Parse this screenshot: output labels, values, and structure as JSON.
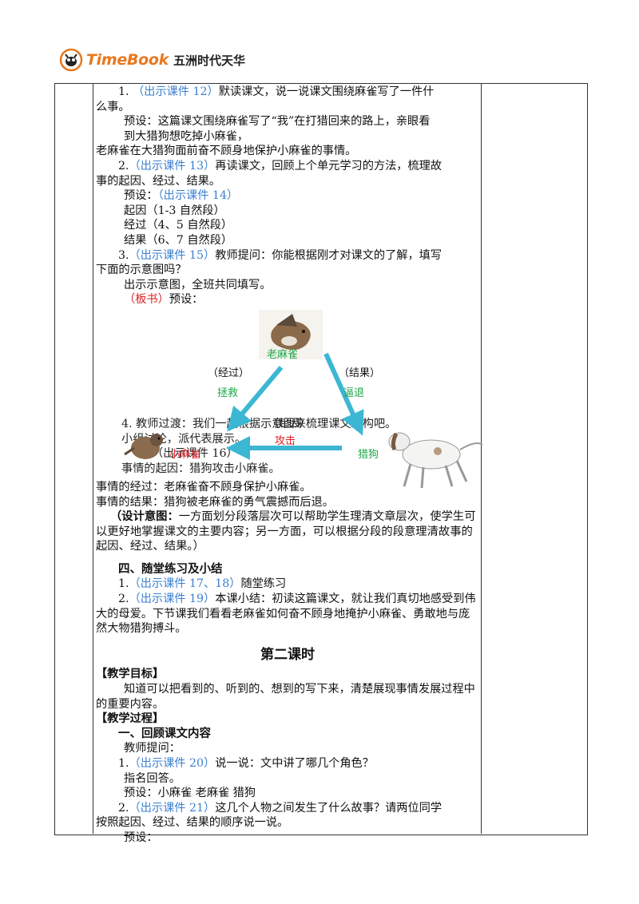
{
  "header": {
    "logo_brand": "TimeBook",
    "logo_publisher": "五洲时代天华"
  },
  "section1": {
    "l1_num": "1. ",
    "l1_ref": "（出示课件 12）",
    "l1_text": "默读课文，说一说课文围绕麻雀写了一件什",
    "l2": "么事。",
    "l3": "预设：这篇课文围绕麻雀写了“我”在打猎回来的路上，亲眼看",
    "l4": "到大猎狗想吃掉小麻雀，",
    "l5": "老麻雀在大猎狗面前奋不顾身地保护小麻雀的事情。",
    "l6_num": "2.",
    "l6_ref": "（出示课件 13）",
    "l6_text": "再读课文，回顾上个单元学习的方法，梳理故",
    "l7": "事的起因、经过、结果。",
    "l8_a": "预设：",
    "l8_ref": "（出示课件 14）",
    "l9": "起因（1-3 自然段）",
    "l10": "经过（4、5 自然段）",
    "l11": "结果（6、7 自然段）",
    "l12_num": "3.",
    "l12_ref": "（出示课件 15）",
    "l12_text": "教师提问：你能根据刚才对课文的了解，填写",
    "l13": "下面的示意图吗？",
    "l14": "出示示意图，全班共同填写。",
    "l15_ref": "（板书）",
    "l15_text": "预设："
  },
  "diagram": {
    "top": "老麻雀",
    "left_label": "（经过）",
    "right_label": "（结果）",
    "left_verb": "拯救",
    "right_verb": "逼退",
    "center": "（起因）",
    "bottom_verb": "攻击",
    "bl": "小麻雀",
    "br": "猎狗",
    "u1": "4. 教师过渡：我们一起根据示意图来梳理课文结构吧。",
    "u2": "小组讨论，派代表展示。",
    "u3": "（出示课件 16）",
    "u4": "事情的起因：猎狗攻击小麻雀。"
  },
  "section2": {
    "l1": "事情的经过：老麻雀奋不顾身保护小麻雀。",
    "l2": "事情的结果：猎狗被老麻雀的勇气震撼而后退。",
    "design_label": "（设计意图：",
    "design_text": "一方面划分段落层次可以帮助学生理清文章层次，使学生可以更好地掌握课文的主要内容；另一方面，可以根据分段的段意理清故事的起因、经过、结果。）",
    "sec4_title": "四、随堂练习及小结",
    "p1_num": "1.",
    "p1_ref": "（出示课件 17、18）",
    "p1_text": "随堂练习",
    "p2_num": "2.",
    "p2_ref": "（出示课件 19）",
    "p2_text": "本课小结：初读这篇课文，就让我们真切地感受到伟大的母爱。下节课我们看看老麻雀如何奋不顾身地掩护小麻雀、勇敢地与庞然大物猎狗搏斗。"
  },
  "lesson2": {
    "title": "第二课时",
    "goal_head": "【教学目标】",
    "goal_text": "知道可以把看到的、听到的、想到的写下来，清楚展现事情发展过程中的重要内容。",
    "process_head": "【教学过程】",
    "sec1": "一、回顾课文内容",
    "q0": "教师提问：",
    "q1_num": "1.",
    "q1_ref": "（出示课件 20）",
    "q1_text": "说一说：文中讲了哪几个角色？",
    "q2": "指名回答。",
    "q3": "预设：小麻雀 老麻雀 猎狗",
    "q4_num": "2.",
    "q4_ref": "（出示课件 21）",
    "q4_text": "这几个人物之间发生了什么故事？请两位同学",
    "q5": "按照起因、经过、结果的顺序说一说。",
    "q6": "预设："
  }
}
